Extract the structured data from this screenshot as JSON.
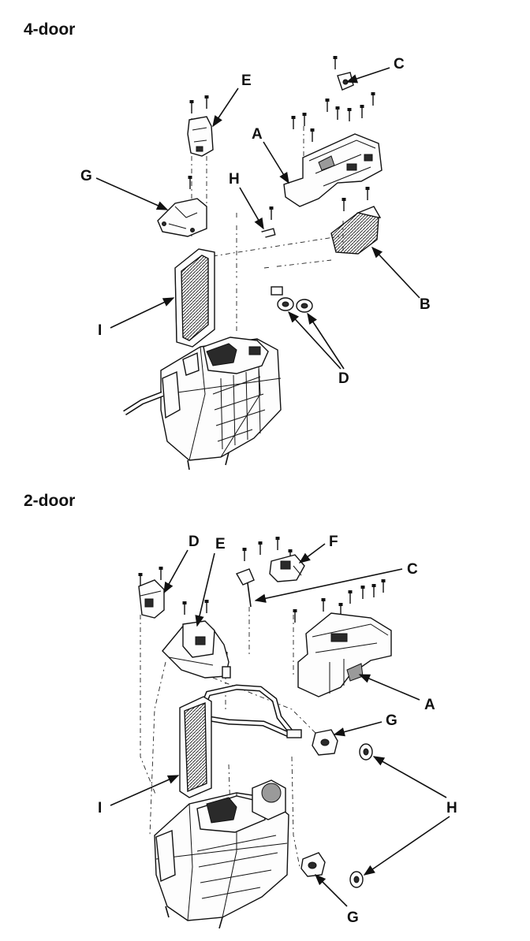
{
  "sections": [
    {
      "title": "4-door",
      "callouts": [
        "A",
        "B",
        "C",
        "D",
        "E",
        "G",
        "H",
        "I"
      ]
    },
    {
      "title": "2-door",
      "callouts": [
        "A",
        "C",
        "D",
        "E",
        "F",
        "G",
        "G",
        "H",
        "I"
      ]
    }
  ]
}
